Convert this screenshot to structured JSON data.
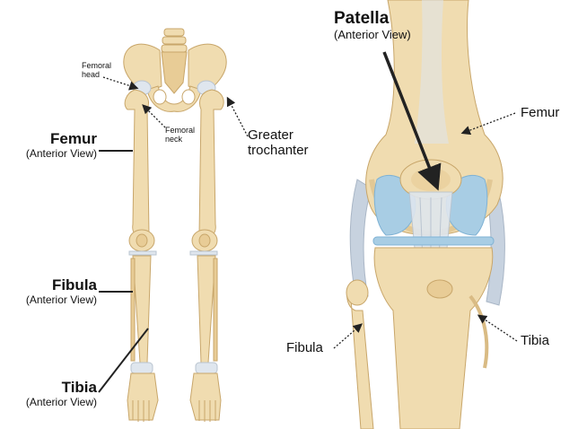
{
  "colors": {
    "bone": "#f0dcb0",
    "bone_shade": "#d9bb84",
    "bone_outline": "#c8a66a",
    "cartilage": "#dfe6ee",
    "meniscus": "#a8cde4",
    "meniscus_dark": "#7fb2d4",
    "ligament": "#c7d2df",
    "pointer": "#222222"
  },
  "left_panel": {
    "femoral_head": {
      "line1": "Femoral",
      "line2": "head"
    },
    "femoral_neck": {
      "line1": "Femoral",
      "line2": "neck"
    },
    "greater_trochanter": {
      "line1": "Greater",
      "line2": "trochanter"
    },
    "femur": {
      "name": "Femur",
      "view": "(Anterior View)"
    },
    "fibula": {
      "name": "Fibula",
      "view": "(Anterior View)"
    },
    "tibia": {
      "name": "Tibia",
      "view": "(Anterior View)"
    }
  },
  "right_panel": {
    "patella": {
      "name": "Patella",
      "view": "(Anterior View)"
    },
    "femur": "Femur",
    "fibula": "Fibula",
    "tibia": "Tibia"
  }
}
